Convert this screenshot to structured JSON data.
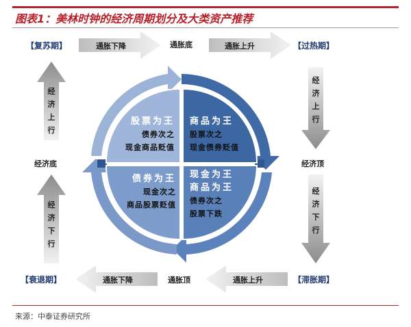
{
  "title": "图表1：美林时钟的经济周期划分及大类资产推荐",
  "phases": {
    "recovery": "【复苏期】",
    "overheat": "【过热期】",
    "stagflation": "【滞胀期】",
    "recession": "【衰退期】"
  },
  "top_arrows": {
    "left": "通胀下降",
    "center": "通胀底",
    "right": "通胀上升"
  },
  "bottom_arrows": {
    "left": "通胀下降",
    "center": "通胀顶",
    "right": "通胀上升"
  },
  "right_col": {
    "up": "经济上行",
    "center": "经济顶",
    "down": "经济下行"
  },
  "left_col": {
    "up": "经济上行",
    "center": "经济底",
    "down": "经济下行"
  },
  "quadrants": {
    "tl": {
      "head": "股票为王",
      "lines": [
        "债券次之",
        "现金商品贬值"
      ]
    },
    "tr": {
      "head": "商品为王",
      "lines": [
        "股票次之",
        "现金债券贬值"
      ]
    },
    "bl": {
      "head": "债券为王",
      "lines": [
        "现金次之",
        "商品股票贬值"
      ]
    },
    "br": {
      "head": "现金为王",
      "head2": "商品为王",
      "lines": [
        "债券次之",
        "股票下跌"
      ]
    }
  },
  "source": "来源：中泰证券研究所",
  "colors": {
    "accent": "#b8202a",
    "dark_blue": "#3f6aa6",
    "light_blue": "#8aa6cf"
  }
}
